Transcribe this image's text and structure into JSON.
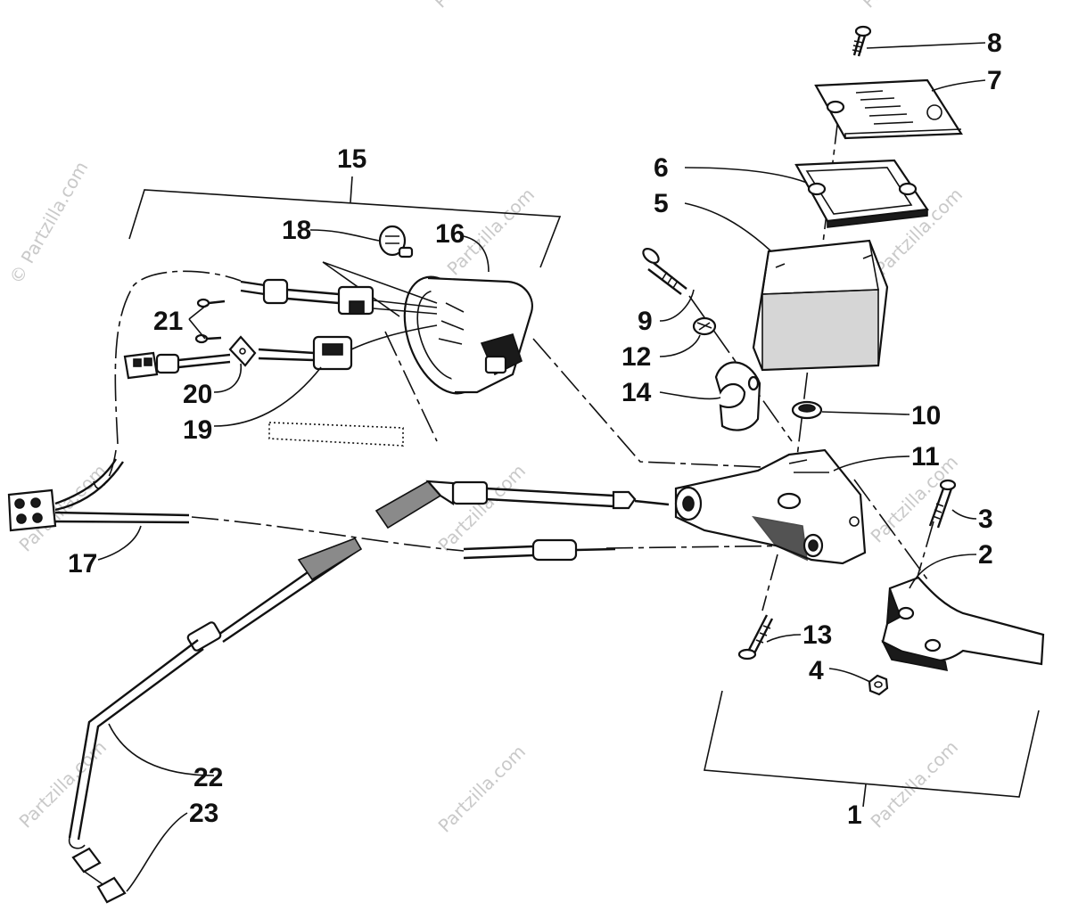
{
  "watermark": {
    "vertical_text": "© Partzilla.com",
    "tile_text": "Partzilla.com",
    "copyright_symbol": "©"
  },
  "callouts": {
    "c1": "1",
    "c2": "2",
    "c3": "3",
    "c4": "4",
    "c5": "5",
    "c6": "6",
    "c7": "7",
    "c8": "8",
    "c9": "9",
    "c10": "10",
    "c11": "11",
    "c12": "12",
    "c13": "13",
    "c14": "14",
    "c15": "15",
    "c16": "16",
    "c17": "17",
    "c18": "18",
    "c19": "19",
    "c20": "20",
    "c21": "21",
    "c22": "22",
    "c23": "23"
  },
  "colors": {
    "ink": "#111111",
    "background": "#ffffff",
    "watermark": "#c9c9c9"
  }
}
